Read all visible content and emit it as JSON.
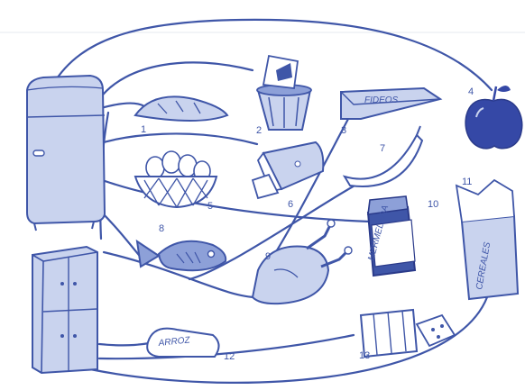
{
  "colors": {
    "line": "#3f56a8",
    "fill_light": "#c9d3ee",
    "fill_mid": "#8da0d8",
    "apple": "#3548a6",
    "background": "#ffffff"
  },
  "numbers": [
    "1",
    "2",
    "3",
    "4",
    "5",
    "6",
    "7",
    "8",
    "9",
    "10",
    "11",
    "12",
    "13"
  ],
  "labels": {
    "fideos": "FIDEOS",
    "mermelada": "MERMELADA",
    "cereales": "CEREALES",
    "arroz": "ARROZ"
  }
}
